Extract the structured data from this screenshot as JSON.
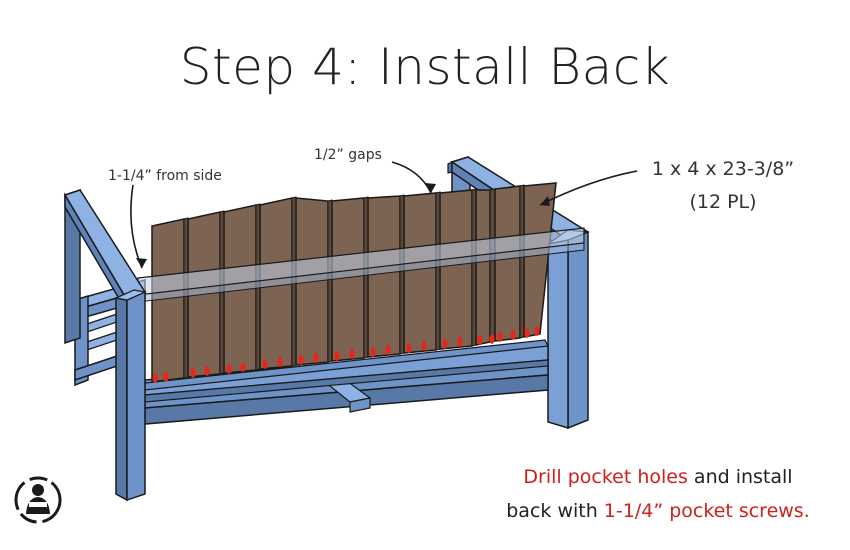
{
  "title": "Step 4: Install Back",
  "annotations": {
    "side_offset": "1-1/4” from side",
    "gaps": "1/2” gaps",
    "dimension": "1 x 4 x 23-3/8”",
    "quantity": "(12 PL)"
  },
  "instruction": {
    "highlight1": "Drill pocket holes",
    "text1": " and install",
    "text2": "back with ",
    "highlight2": "1-1/4” pocket screws."
  },
  "colors": {
    "frame_blue": "#6e93c9",
    "slat_brown": "#7d6352",
    "pocket_hole_red": "#e8261b",
    "highlight_text_red": "#d0201b"
  },
  "diagram": {
    "slat_count": 12,
    "logo": "woodworker-logo-icon"
  }
}
